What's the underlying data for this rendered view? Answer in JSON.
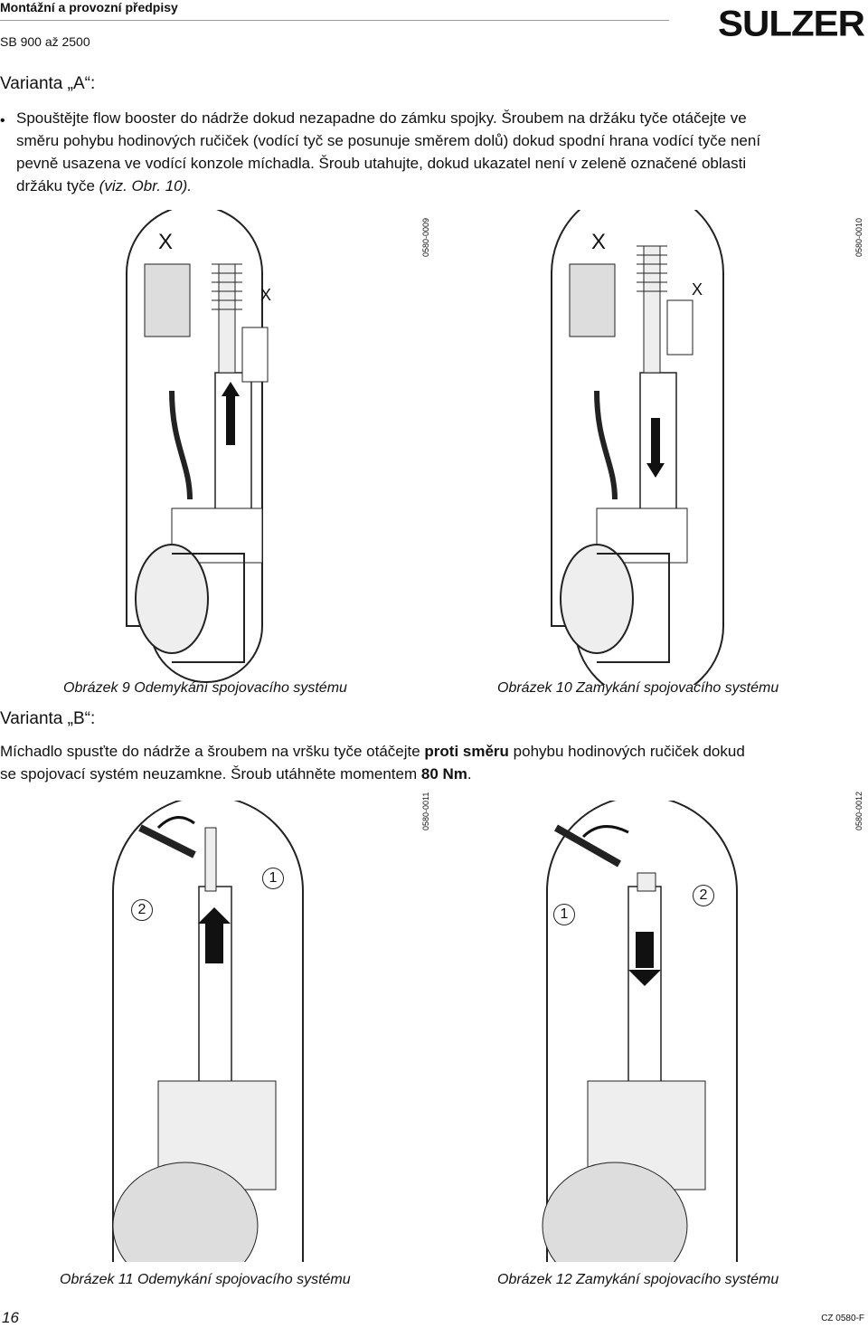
{
  "header": {
    "title": "Montážní a provozní předpisy",
    "subtitle": "SB 900 až 2500",
    "logo": "SULZER"
  },
  "variant_a": {
    "heading": "Varianta „A“:",
    "bullet": "•",
    "lines": [
      "Spouštějte flow booster do nádrže dokud nezapadne do zámku spojky. Šroubem na držáku tyče otáčejte ve",
      "směru pohybu hodinových ručiček (vodící tyč se posunuje směrem dolů) dokud spodní hrana vodící tyče není",
      "pevně usazena ve vodící konzole míchadla. Šroub utahujte, dokud  ukazatel není v zeleně označené oblasti"
    ],
    "last_line_start": "držáku tyče ",
    "last_line_italic": "(viz. Obr. 10)."
  },
  "figures_top": [
    {
      "code": "0580-0009",
      "caption": "Obrázek 9 Odemykání spojovacího systému",
      "big_x": "X",
      "small_x": "X"
    },
    {
      "code": "0580-0010",
      "caption": "Obrázek 10 Zamykání spojovacího systému",
      "big_x": "X",
      "small_x": "X"
    }
  ],
  "variant_b": {
    "heading": "Varianta „B“:",
    "line1_a": "Míchadlo spusťte do nádrže a šroubem na vršku tyče otáčejte ",
    "line1_bold": "proti směru",
    "line1_b": " pohybu hodinových ručiček dokud",
    "line2_a": "se spojovací systém neuzamkne. Šroub utáhněte momentem ",
    "line2_bold": "80 Nm",
    "line2_b": "."
  },
  "figures_bottom": [
    {
      "code": "0580-0011",
      "caption": "Obrázek 11 Odemykání spojovacího systému",
      "label_a": "1",
      "label_b": "2"
    },
    {
      "code": "0580-0012",
      "caption": "Obrázek 12 Zamykání spojovacího systému",
      "label_a": "1",
      "label_b": "2"
    }
  ],
  "footer": {
    "page": "16",
    "doc_code": "CZ 0580-F"
  }
}
